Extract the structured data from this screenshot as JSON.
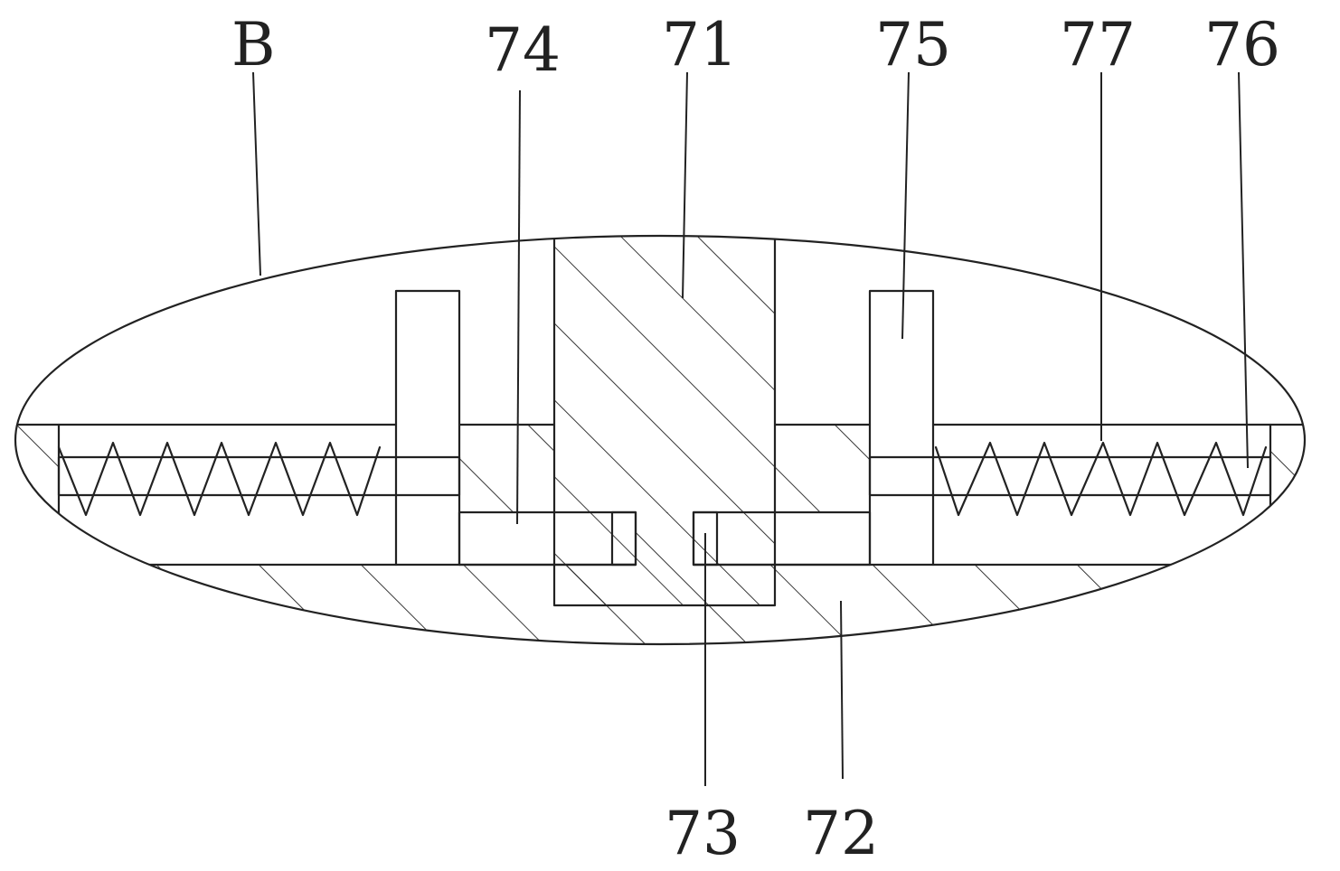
{
  "labels": {
    "B": "B",
    "p74": "74",
    "p71": "71",
    "p75": "75",
    "p77": "77",
    "p76": "76",
    "p73": "73",
    "p72": "72"
  },
  "colors": {
    "line": "#222222",
    "background": "#ffffff"
  }
}
